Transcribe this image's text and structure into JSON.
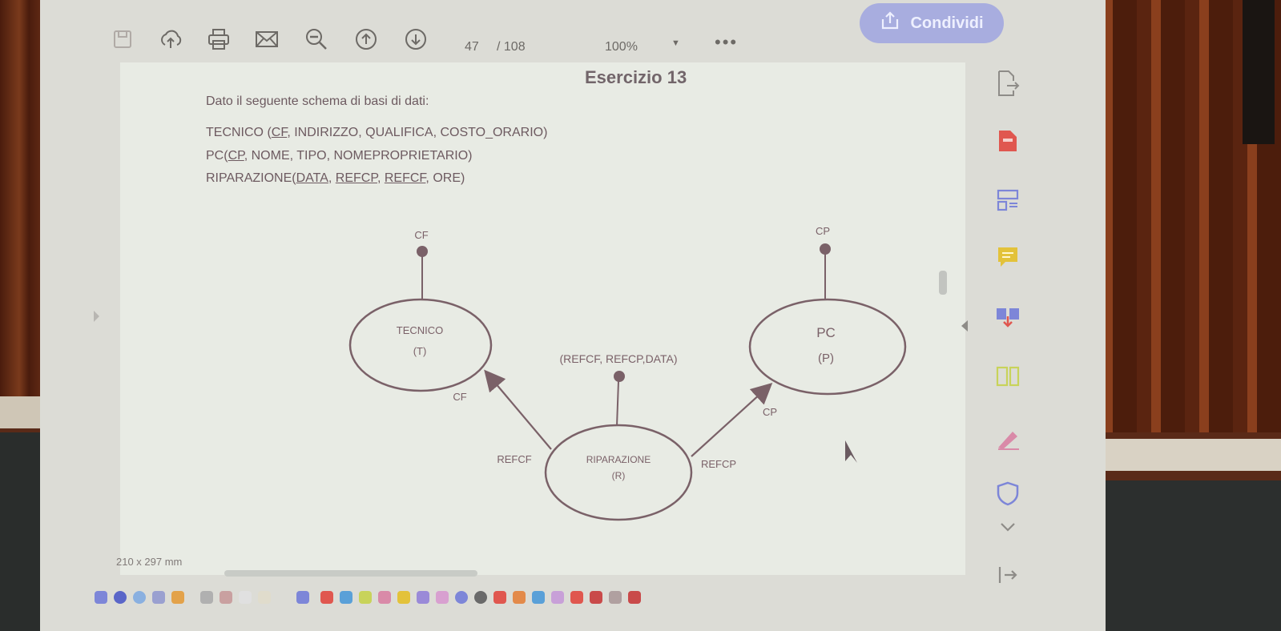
{
  "toolbar": {
    "page_current": "47",
    "page_total": "/ 108",
    "zoom": "100%",
    "more": "•••",
    "share_label": "Condividi"
  },
  "document": {
    "title": "Esercizio 13",
    "intro": "Dato il seguente schema di basi di dati:",
    "schema": {
      "line1_pre": "TECNICO (",
      "line1_key": "CF",
      "line1_post": ", INDIRIZZO, QUALIFICA, COSTO_ORARIO)",
      "line2_pre": "PC(",
      "line2_key": "CP",
      "line2_post": ", NOME, TIPO, NOMEPROPRIETARIO)",
      "line3_pre": "RIPARAZIONE(",
      "line3_k1": "DATA",
      "line3_sep1": ", ",
      "line3_k2": "REFCP",
      "line3_sep2": ", ",
      "line3_k3": "REFCF",
      "line3_post": ", ORE)"
    },
    "diagram": {
      "tecnico_name": "TECNICO",
      "tecnico_alias": "(T)",
      "tecnico_key": "CF",
      "pc_name": "PC",
      "pc_alias": "(P)",
      "pc_key": "CP",
      "rip_name": "RIPARAZIONE",
      "rip_alias": "(R)",
      "rip_key": "(REFCF, REFCP,DATA)",
      "arrow_left_target": "CF",
      "arrow_left_source": "REFCF",
      "arrow_right_target": "CP",
      "arrow_right_source": "REFCP"
    },
    "page_size": "210 x 297 mm"
  },
  "colors": {
    "accent": "#a8addf",
    "diagram_ink": "#7a6168",
    "icon_red": "#e0574f",
    "icon_blue": "#7d86d8",
    "icon_yellow": "#e3c23a",
    "icon_green": "#c8d35a",
    "icon_pink": "#d98aa8"
  },
  "side_icons": [
    "export-pdf-icon",
    "create-pdf-icon",
    "organize-pages-icon",
    "comment-icon",
    "combine-files-icon",
    "compress-icon",
    "fill-sign-icon",
    "protect-icon",
    "expand-more-icon",
    "collapse-panel-icon"
  ]
}
